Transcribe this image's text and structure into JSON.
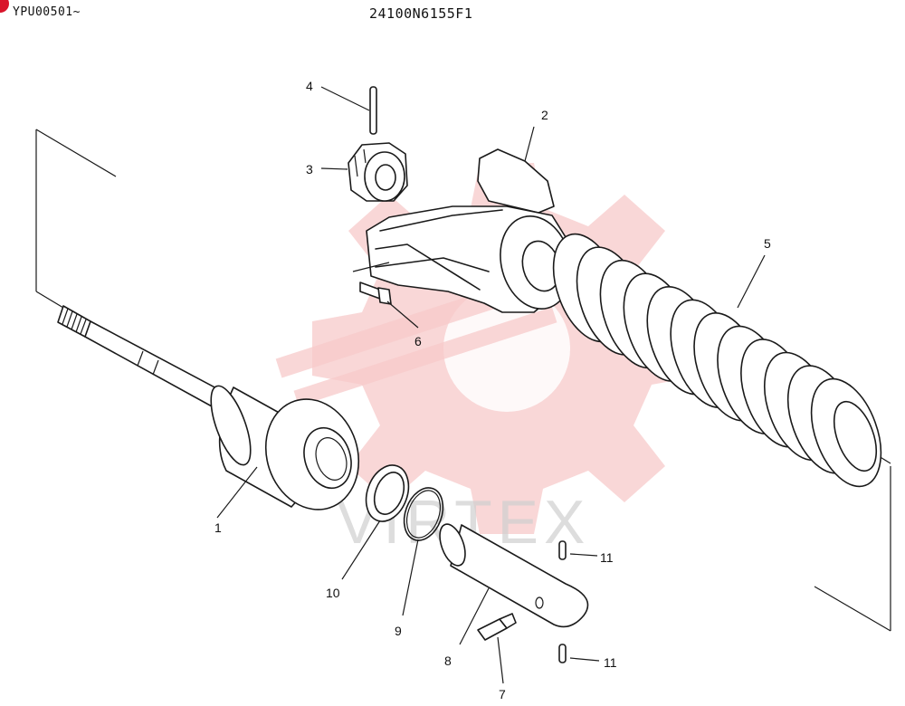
{
  "header": {
    "serial_range": "YPU00501~",
    "part_number": "24100N6155F1"
  },
  "watermark": {
    "text": "VIRTEX",
    "color": "#f7c9c9"
  },
  "callouts": [
    {
      "id": "1",
      "label": "1"
    },
    {
      "id": "2",
      "label": "2"
    },
    {
      "id": "3",
      "label": "3"
    },
    {
      "id": "4",
      "label": "4"
    },
    {
      "id": "5",
      "label": "5"
    },
    {
      "id": "6",
      "label": "6"
    },
    {
      "id": "7",
      "label": "7"
    },
    {
      "id": "8",
      "label": "8"
    },
    {
      "id": "9",
      "label": "9"
    },
    {
      "id": "10",
      "label": "10"
    },
    {
      "id": "11a",
      "label": "11"
    },
    {
      "id": "11b",
      "label": "11"
    }
  ],
  "colors": {
    "corner_marker": "#d9142a",
    "line": "#1a1a1a"
  }
}
